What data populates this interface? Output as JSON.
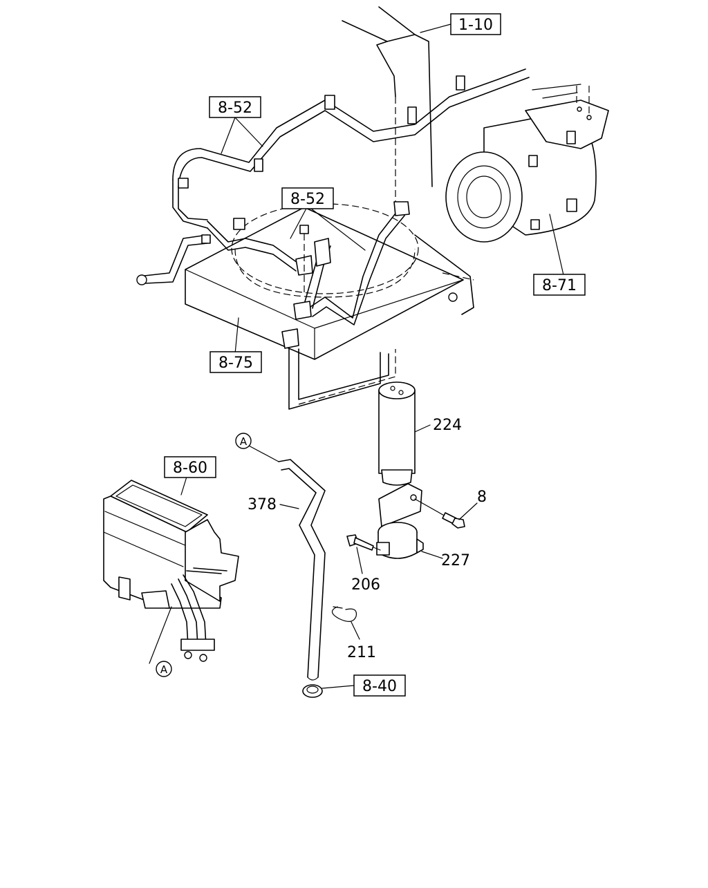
{
  "callouts": {
    "ref_1_10": "1-10",
    "ref_8_52_top": "8-52",
    "ref_8_52_mid": "8-52",
    "ref_8_71": "8-71",
    "ref_8_75": "8-75",
    "ref_8_60": "8-60",
    "ref_8_40": "8-40"
  },
  "parts": {
    "p224": "224",
    "p8": "8",
    "p378": "378",
    "p227": "227",
    "p206": "206",
    "p211": "211"
  },
  "markers": {
    "a_top": "A",
    "a_bottom": "A"
  }
}
